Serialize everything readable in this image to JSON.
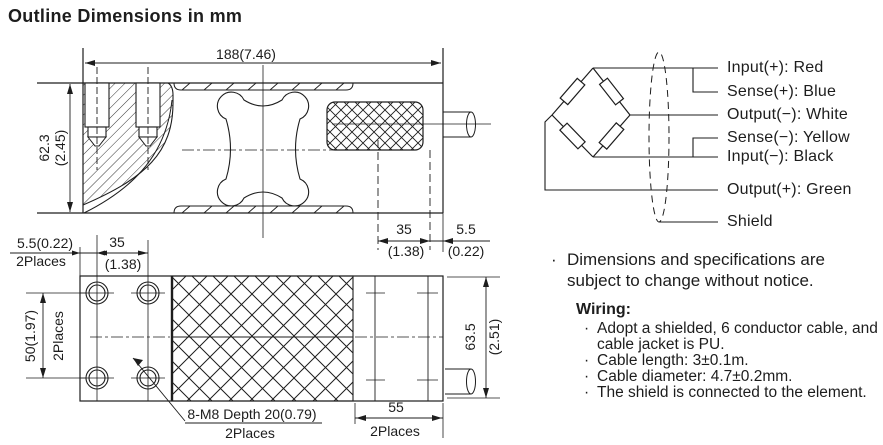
{
  "title": "Outline Dimensions in mm",
  "side_view": {
    "length": "188(7.46)",
    "height_mm": "62.3",
    "height_in": "(2.45)",
    "cable_block_mm": "35",
    "cable_block_in": "(1.38)",
    "cable_stub_mm": "5.5",
    "cable_stub_in": "(0.22)"
  },
  "plan_view": {
    "edge_offset": "5.5(0.22)",
    "edge_offset_places": "2Places",
    "hole_pitch_mm": "35",
    "hole_pitch_in": "(1.38)",
    "hole_span": "50(1.97)",
    "hole_span_places": "2Places",
    "width_mm": "63.5",
    "width_in": "(2.51)",
    "right_pitch": "55",
    "right_pitch_places": "2Places",
    "thread_callout": "8-M8 Depth 20(0.79)",
    "thread_places": "2Places"
  },
  "wiring_diagram": {
    "labels": [
      "Input(+): Red",
      "Sense(+): Blue",
      "Output(−): White",
      "Sense(−): Yellow",
      "Input(−): Black",
      "Output(+): Green",
      "Shield"
    ]
  },
  "notes": {
    "bullet": "·",
    "disclaimer": "Dimensions and specifications are subject to change without notice.",
    "wiring_title": "Wiring:",
    "wiring_items": [
      "Adopt a shielded, 6 conductor cable, and  cable jacket is PU.",
      "Cable length: 3±0.1m.",
      "Cable diameter: 4.7±0.2mm.",
      "The shield is connected to the element."
    ]
  },
  "colors": {
    "ink": "#1d1d1d",
    "background": "#ffffff"
  }
}
